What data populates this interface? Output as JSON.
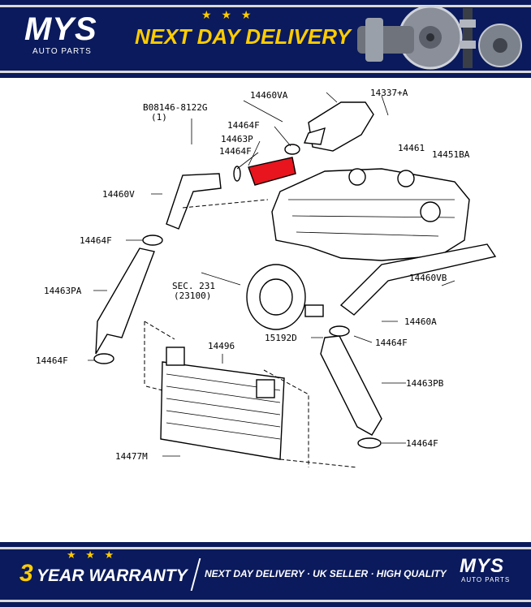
{
  "header": {
    "brand": "MYS",
    "brand_sub": "AUTO PARTS",
    "stars": "★ ★ ★",
    "delivery": "NEXT DAY DELIVERY"
  },
  "diagram": {
    "labels": {
      "bolt": "B08146-8122G",
      "bolt_qty": "(1)",
      "p14460VA": "14460VA",
      "p14337A": "14337+A",
      "p14464F_a": "14464F",
      "p14463P": "14463P",
      "p14464F_b": "14464F",
      "p14461": "14461",
      "p14451BA": "14451BA",
      "p14460V": "14460V",
      "p14464F_c": "14464F",
      "p14463PA": "14463PA",
      "sec231": "SEC. 231",
      "sec231_ref": "(23100)",
      "p14460VB": "14460VB",
      "p14460A": "14460A",
      "p15192D": "15192D",
      "p14464F_d": "14464F",
      "p14496": "14496",
      "p14464F_e": "14464F",
      "p14463PB": "14463PB",
      "p14464F_f": "14464F",
      "p14477M": "14477M"
    },
    "highlight_color": "#e8141e"
  },
  "footer": {
    "stars": "★ ★ ★",
    "warranty_num": "3",
    "warranty_text": "YEAR WARRANTY",
    "tagline": "NEXT DAY DELIVERY · UK SELLER · HIGH QUALITY",
    "brand": "MYS",
    "brand_sub": "AUTO PARTS"
  }
}
